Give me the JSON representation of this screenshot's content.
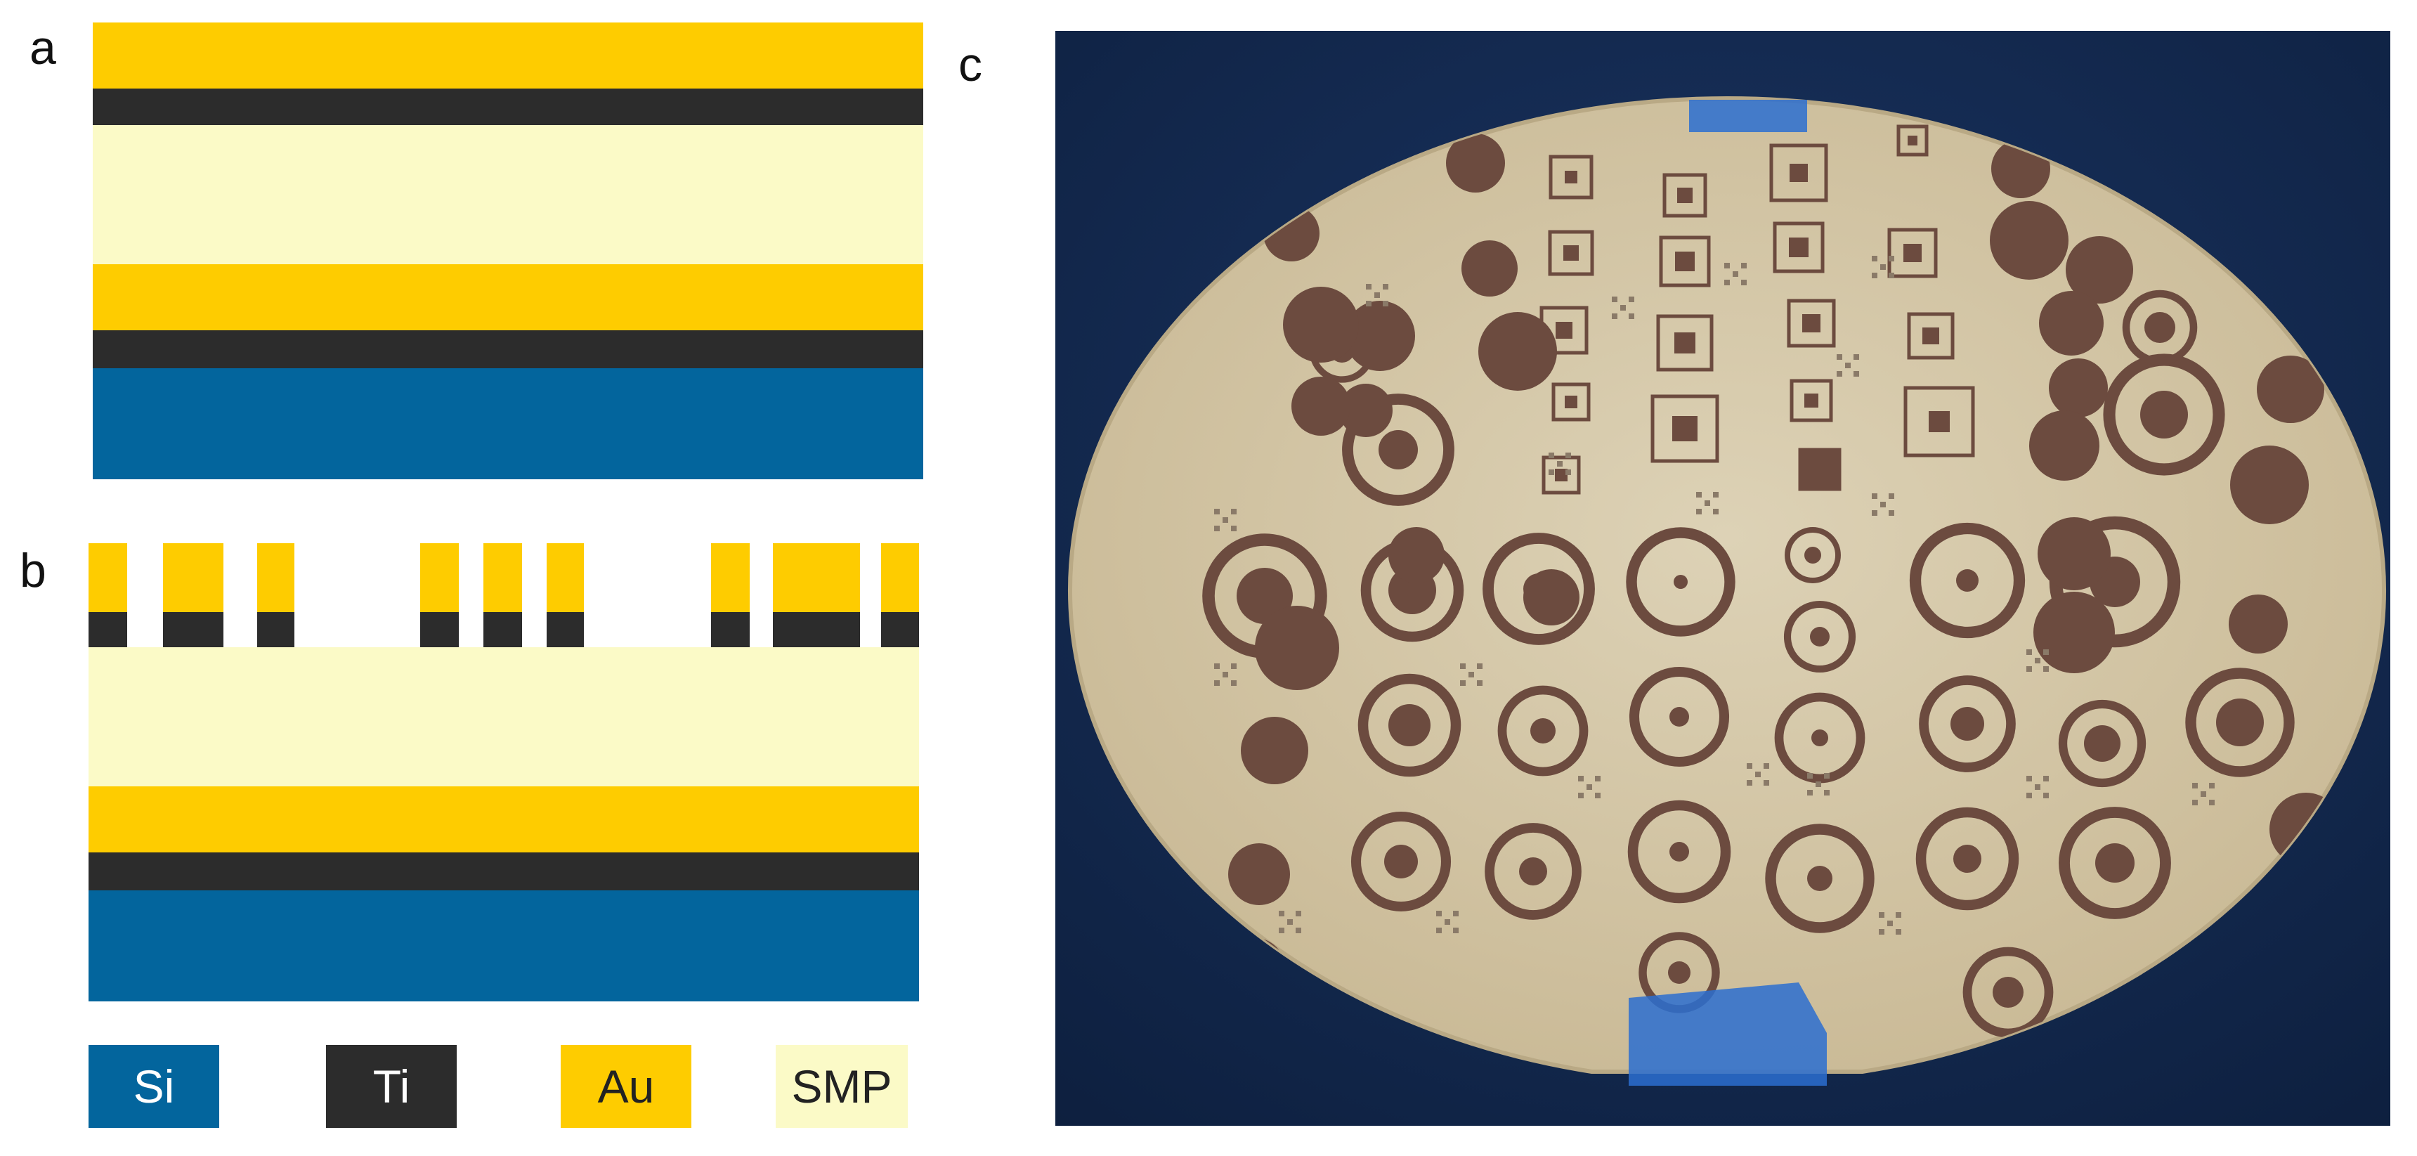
{
  "panels": {
    "a": "a",
    "b": "b",
    "c": "c"
  },
  "legend": [
    {
      "label": "Si",
      "color": "#03659d"
    },
    {
      "label": "Ti",
      "color": "#2c2c2c"
    },
    {
      "label": "Au",
      "color": "#fecc00"
    },
    {
      "label": "SMP",
      "color": "#fbfac7"
    }
  ],
  "colors": {
    "si": "#03659d",
    "ti": "#2c2c2c",
    "au": "#fecc00",
    "smp": "#fbfac7",
    "photo_background": "#13294f",
    "wafer": "#d4c7a9",
    "pattern": "#6c4b3f",
    "tape": "#2b6fd0"
  }
}
